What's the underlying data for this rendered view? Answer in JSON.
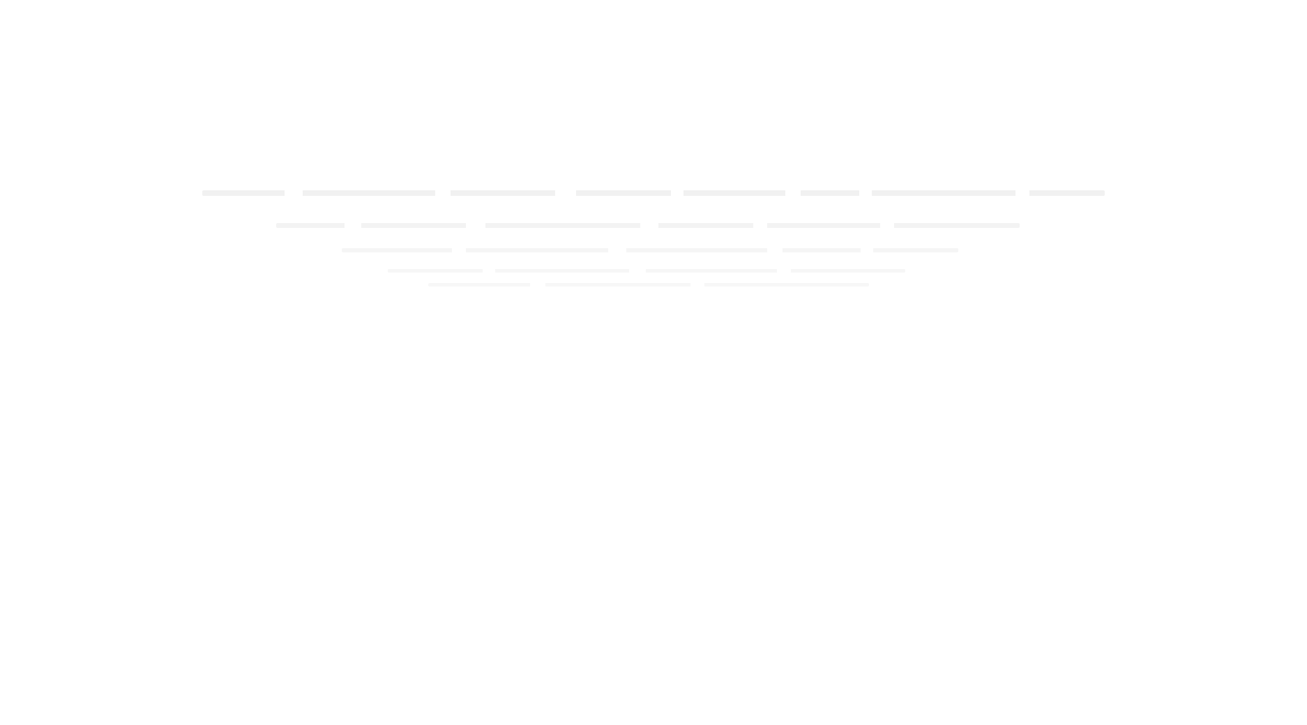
{
  "page": {
    "background_color": "#ffffff",
    "ghost_text_color": "#f2f2f2",
    "state": "blank-loading"
  },
  "ghost_lines": [
    {
      "id": "line-1",
      "text": ""
    },
    {
      "id": "line-2",
      "text": ""
    },
    {
      "id": "line-3",
      "text": ""
    },
    {
      "id": "line-4",
      "text": ""
    },
    {
      "id": "line-5",
      "text": ""
    }
  ]
}
